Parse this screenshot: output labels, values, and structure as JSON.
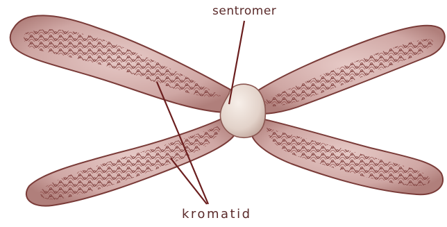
{
  "labels": {
    "centromere": "sentromer",
    "chromatid": "kromatid"
  },
  "colors": {
    "label_text": "#5a2a2a",
    "leader_line": "#6b1e1e",
    "chromatid_fill": "#cfa7a4",
    "chromatid_edge": "#7a3b38",
    "chromatin_coil": "#7d3c3a",
    "centromere_fill": "#e9ddd6"
  },
  "icons": {
    "centromere": "centromere-blob",
    "chromatid": "chromatid-arm"
  }
}
